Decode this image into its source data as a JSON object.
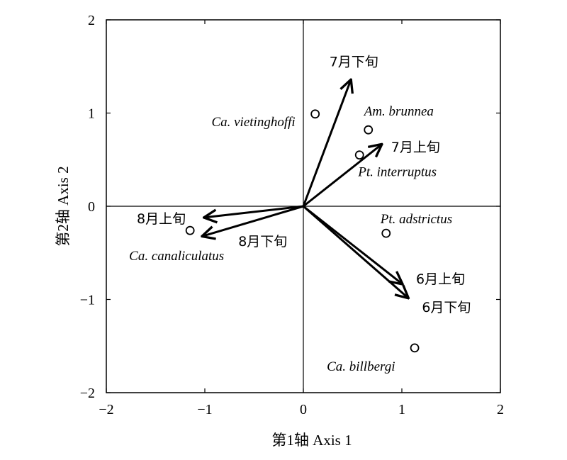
{
  "chart_data": {
    "type": "scatter",
    "title": "",
    "xlabel": "第1轴 Axis 1",
    "ylabel": "第2轴 Axis 2",
    "xlim": [
      -2,
      2
    ],
    "ylim": [
      -2,
      2
    ],
    "xticks": [
      -2,
      -1,
      0,
      1,
      2
    ],
    "yticks": [
      -2,
      -1,
      0,
      1,
      2
    ],
    "xtick_labels": [
      "−2",
      "−1",
      "0",
      "1",
      "2"
    ],
    "ytick_labels": [
      "−2",
      "−1",
      "0",
      "1",
      "2"
    ],
    "grid": false,
    "legend": "none",
    "species_points": [
      {
        "name": "Ca. vietinghoffi",
        "x": 0.12,
        "y": 0.99
      },
      {
        "name": "Am. brunnea",
        "x": 0.66,
        "y": 0.82
      },
      {
        "name": "Pt. interruptus",
        "x": 0.57,
        "y": 0.55
      },
      {
        "name": "Pt. adstrictus",
        "x": 0.84,
        "y": -0.29
      },
      {
        "name": "Ca. canaliculatus",
        "x": -1.15,
        "y": -0.26
      },
      {
        "name": "Ca. billbergi",
        "x": 1.13,
        "y": -1.52
      }
    ],
    "arrows": [
      {
        "name": "7月下旬",
        "x": 0.48,
        "y": 1.35
      },
      {
        "name": "7月上旬",
        "x": 0.79,
        "y": 0.66
      },
      {
        "name": "8月上旬",
        "x": -1.0,
        "y": -0.12
      },
      {
        "name": "8月下旬",
        "x": -1.02,
        "y": -0.32
      },
      {
        "name": "6月上旬",
        "x": 1.0,
        "y": -0.83
      },
      {
        "name": "6月下旬",
        "x": 1.06,
        "y": -0.98
      }
    ]
  }
}
